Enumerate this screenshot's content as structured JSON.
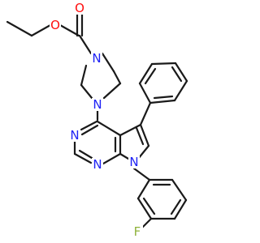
{
  "molecule": {
    "atoms": [
      {
        "id": "o_ester",
        "element": "O",
        "color": "#ff0d0d"
      },
      {
        "id": "o_carbonyl",
        "element": "O",
        "color": "#ff0d0d"
      },
      {
        "id": "n_pip_top",
        "element": "N",
        "color": "#1f23f5"
      },
      {
        "id": "n_pip_bottom",
        "element": "N",
        "color": "#1f23f5"
      },
      {
        "id": "n_pyrimidine_left",
        "element": "N",
        "color": "#1f23f5"
      },
      {
        "id": "n_pyrimidine_bottom",
        "element": "N",
        "color": "#1f23f5"
      },
      {
        "id": "n_pyrrole",
        "element": "N",
        "color": "#1f23f5"
      },
      {
        "id": "f_aryl",
        "element": "F",
        "color": "#8fb33b"
      }
    ],
    "bond_color": "#1a1a1a"
  }
}
